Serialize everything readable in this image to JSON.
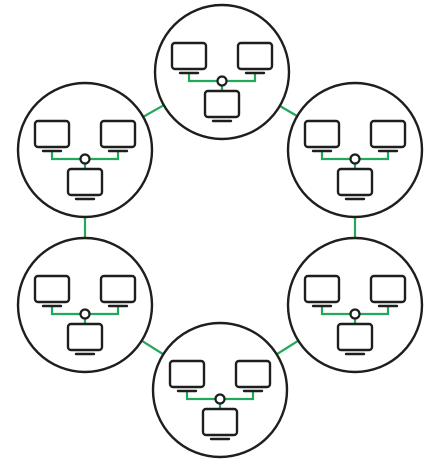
{
  "diagram": {
    "type": "ring-of-star-networks",
    "node_count": 6,
    "computers_per_node": 3,
    "colors": {
      "outline": "#1e1e1e",
      "link": "#22a85a",
      "background": "#ffffff",
      "screen_fill": "#ffffff"
    },
    "nodes": [
      {
        "id": "top",
        "computers": [
          "monitor",
          "monitor",
          "monitor"
        ]
      },
      {
        "id": "upper-right",
        "computers": [
          "monitor",
          "monitor",
          "monitor"
        ]
      },
      {
        "id": "lower-right",
        "computers": [
          "monitor",
          "monitor",
          "monitor"
        ]
      },
      {
        "id": "bottom",
        "computers": [
          "monitor",
          "monitor",
          "monitor"
        ]
      },
      {
        "id": "lower-left",
        "computers": [
          "monitor",
          "monitor",
          "monitor"
        ]
      },
      {
        "id": "upper-left",
        "computers": [
          "monitor",
          "monitor",
          "monitor"
        ]
      }
    ],
    "ring_links": [
      [
        "top",
        "upper-right"
      ],
      [
        "upper-right",
        "lower-right"
      ],
      [
        "lower-right",
        "bottom"
      ],
      [
        "bottom",
        "lower-left"
      ],
      [
        "lower-left",
        "upper-left"
      ],
      [
        "upper-left",
        "top"
      ]
    ]
  }
}
